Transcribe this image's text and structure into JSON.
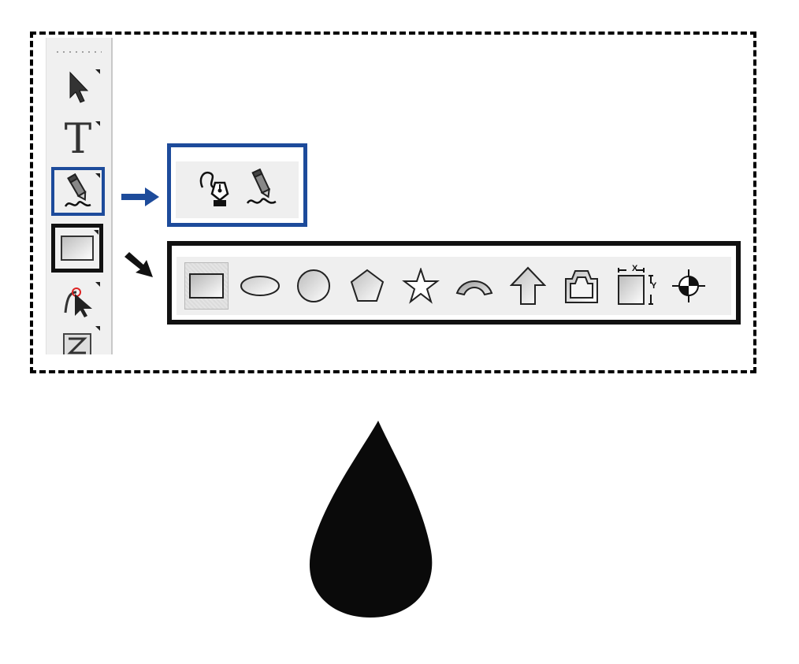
{
  "colors": {
    "pen_highlight": "#1d4b9b",
    "shape_highlight": "#111111",
    "toolbar_bg": "#f0f0f0"
  },
  "toolbar": {
    "tools": [
      {
        "name": "select",
        "icon": "arrow-pointer-icon"
      },
      {
        "name": "text",
        "icon": "text-t-icon",
        "glyph": "T"
      },
      {
        "name": "pencil",
        "icon": "pencil-icon",
        "highlighted": true
      },
      {
        "name": "rectangle",
        "icon": "rectangle-icon",
        "highlighted": true
      },
      {
        "name": "node-edit",
        "icon": "node-edit-icon"
      },
      {
        "name": "zoom",
        "icon": "zoom-icon"
      }
    ]
  },
  "pen_flyout": {
    "tools": [
      {
        "name": "pen",
        "icon": "pen-nib-icon"
      },
      {
        "name": "pencil",
        "icon": "pencil-icon"
      }
    ]
  },
  "shape_flyout": {
    "tools": [
      {
        "name": "rectangle",
        "icon": "rectangle-icon",
        "selected": true
      },
      {
        "name": "ellipse",
        "icon": "ellipse-icon"
      },
      {
        "name": "circle",
        "icon": "circle-icon"
      },
      {
        "name": "polygon",
        "icon": "pentagon-icon"
      },
      {
        "name": "star",
        "icon": "star-icon"
      },
      {
        "name": "arc",
        "icon": "arc-icon"
      },
      {
        "name": "arrow",
        "icon": "arrow-up-icon"
      },
      {
        "name": "frame",
        "icon": "frame-icon"
      },
      {
        "name": "dimension",
        "icon": "dimension-icon",
        "labels": [
          "X",
          "Y"
        ]
      },
      {
        "name": "crosshair",
        "icon": "crosshair-icon"
      }
    ]
  },
  "drop_shape": {
    "icon": "teardrop-icon"
  }
}
